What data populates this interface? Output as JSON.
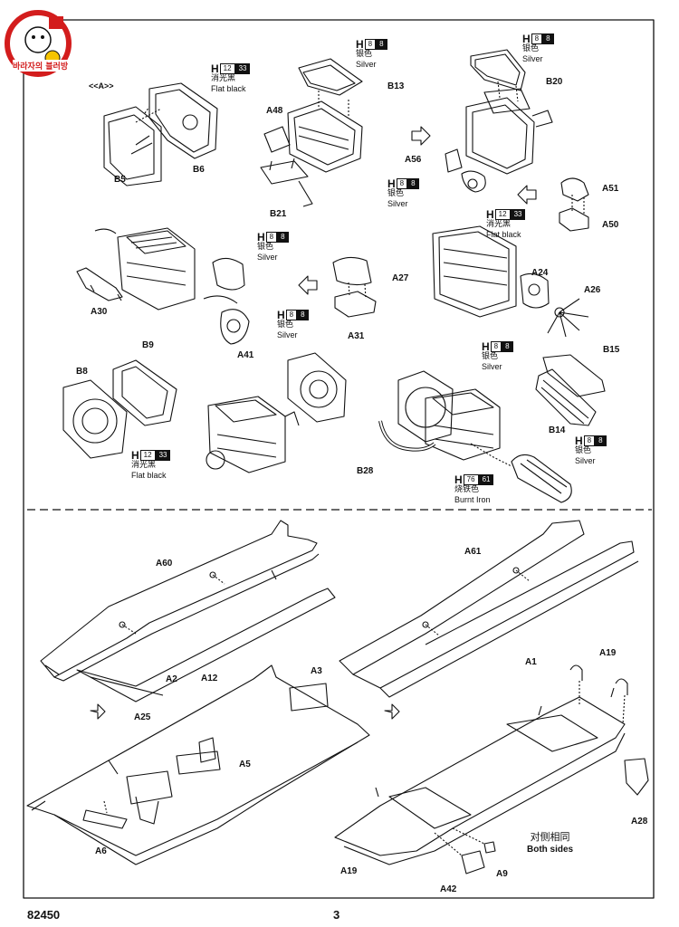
{
  "footer": {
    "kit_number": "82450",
    "page_number": "3"
  },
  "step_marker": "<<A>>",
  "sticker": {
    "text": "바라자의 블러방"
  },
  "paint_callouts": [
    {
      "id": "p1",
      "h": "H",
      "code1": "12",
      "code2": "33",
      "cn": "消光黑",
      "en": "Flat black"
    },
    {
      "id": "p2",
      "h": "H",
      "code1": "8",
      "code2": "8",
      "cn": "银色",
      "en": "Silver"
    },
    {
      "id": "p3",
      "h": "H",
      "code1": "8",
      "code2": "8",
      "cn": "银色",
      "en": "Silver"
    },
    {
      "id": "p4",
      "h": "H",
      "code1": "8",
      "code2": "8",
      "cn": "银色",
      "en": "Silver"
    },
    {
      "id": "p5",
      "h": "H",
      "code1": "12",
      "code2": "33",
      "cn": "消光黑",
      "en": "Flat black"
    },
    {
      "id": "p6",
      "h": "H",
      "code1": "8",
      "code2": "8",
      "cn": "银色",
      "en": "Silver"
    },
    {
      "id": "p7",
      "h": "H",
      "code1": "8",
      "code2": "8",
      "cn": "银色",
      "en": "Silver"
    },
    {
      "id": "p8",
      "h": "H",
      "code1": "8",
      "code2": "8",
      "cn": "银色",
      "en": "Silver"
    },
    {
      "id": "p9",
      "h": "H",
      "code1": "12",
      "code2": "33",
      "cn": "消光黑",
      "en": "Flat black"
    },
    {
      "id": "p10",
      "h": "H",
      "code1": "8",
      "code2": "8",
      "cn": "银色",
      "en": "Silver"
    },
    {
      "id": "p11",
      "h": "H",
      "code1": "76",
      "code2": "61",
      "cn": "烧铁色",
      "en": "Burnt Iron"
    }
  ],
  "part_labels": {
    "B5": "B5",
    "B6": "B6",
    "A48": "A48",
    "B13": "B13",
    "B21": "B21",
    "B20": "B20",
    "A56": "A56",
    "A51": "A51",
    "A50": "A50",
    "A30": "A30",
    "A41": "A41",
    "A27": "A27",
    "A31": "A31",
    "A24": "A24",
    "A26": "A26",
    "B9": "B9",
    "B8": "B8",
    "B15": "B15",
    "B14": "B14",
    "B28": "B28",
    "A60": "A60",
    "A2": "A2",
    "A61": "A61",
    "A1": "A1",
    "A3": "A3",
    "A12": "A12",
    "A25": "A25",
    "A5": "A5",
    "A6": "A6",
    "A19a": "A19",
    "A19b": "A19",
    "A28": "A28",
    "A42": "A42",
    "A9": "A9"
  },
  "both_sides": {
    "cn": "对侧相同",
    "en": "Both sides"
  }
}
